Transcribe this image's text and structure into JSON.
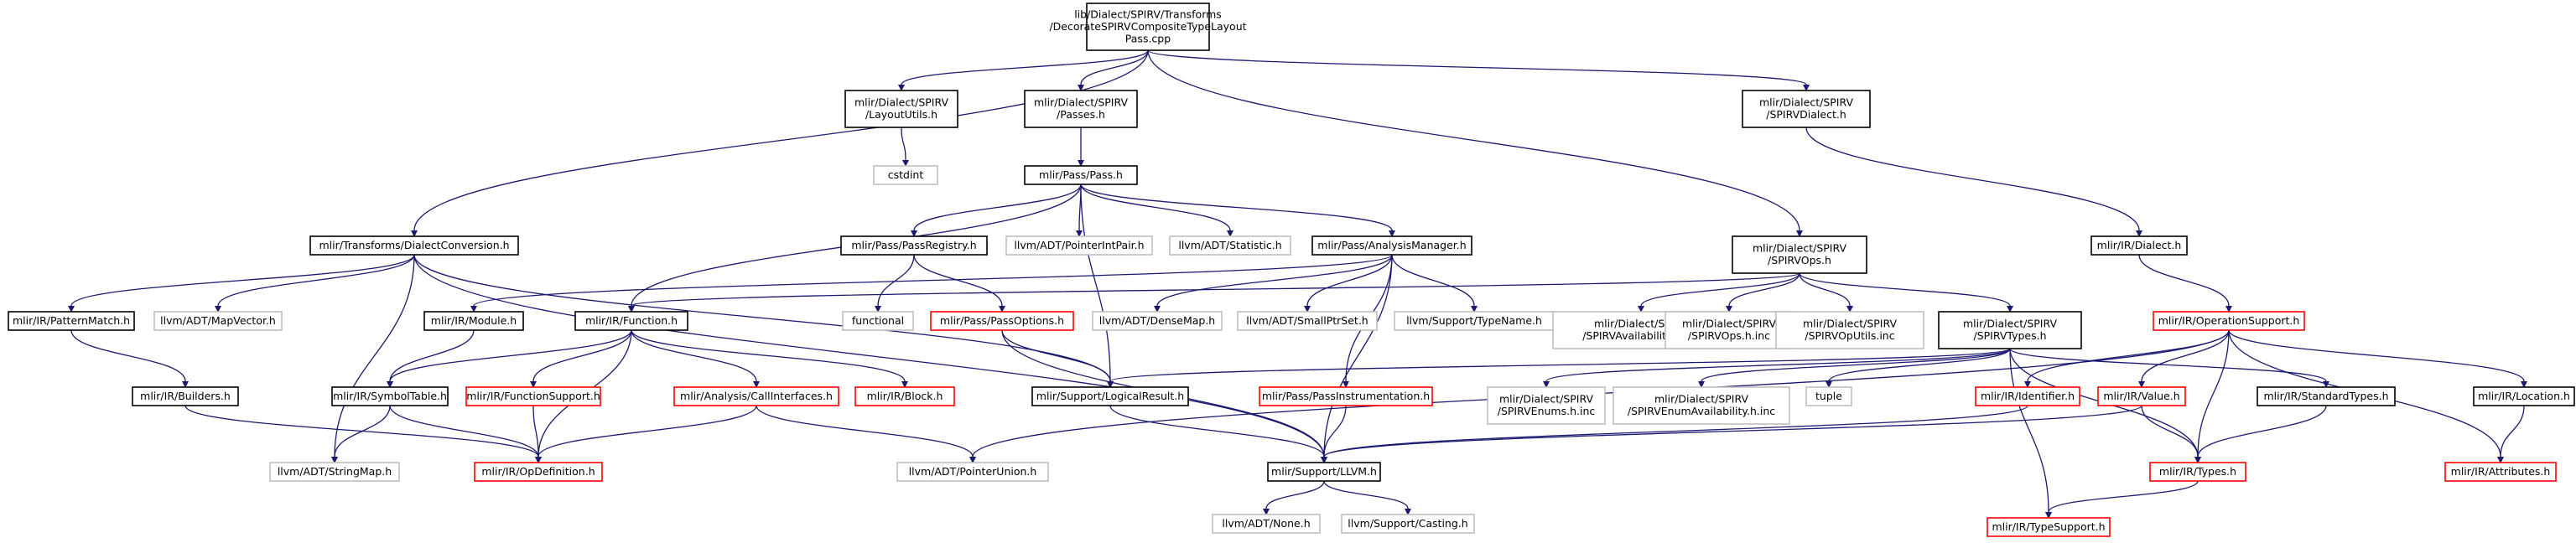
{
  "colors": {
    "edge": "#191970",
    "border_normal": "#000000",
    "border_truncated": "#ff0000",
    "border_external": "#bfbfbf",
    "fill_root": "#bfbfbf",
    "fill_default": "#ffffff"
  },
  "nodes": [
    {
      "id": "root",
      "kind": "root",
      "lines": [
        "lib/Dialect/SPIRV/Transforms",
        "/DecorateSPIRVCompositeTypeLayout",
        "Pass.cpp"
      ]
    },
    {
      "id": "layoututils",
      "kind": "normal",
      "lines": [
        "mlir/Dialect/SPIRV",
        "/LayoutUtils.h"
      ]
    },
    {
      "id": "passes",
      "kind": "normal",
      "lines": [
        "mlir/Dialect/SPIRV",
        "/Passes.h"
      ]
    },
    {
      "id": "spirvdialect",
      "kind": "normal",
      "lines": [
        "mlir/Dialect/SPIRV",
        "/SPIRVDialect.h"
      ]
    },
    {
      "id": "cstdint",
      "kind": "external",
      "lines": [
        "cstdint"
      ]
    },
    {
      "id": "pass",
      "kind": "normal",
      "lines": [
        "mlir/Pass/Pass.h"
      ]
    },
    {
      "id": "dialectconv",
      "kind": "normal",
      "lines": [
        "mlir/Transforms/DialectConversion.h"
      ]
    },
    {
      "id": "passregistry",
      "kind": "normal",
      "lines": [
        "mlir/Pass/PassRegistry.h"
      ]
    },
    {
      "id": "pointerintpair",
      "kind": "external",
      "lines": [
        "llvm/ADT/PointerIntPair.h"
      ]
    },
    {
      "id": "statistic",
      "kind": "external",
      "lines": [
        "llvm/ADT/Statistic.h"
      ]
    },
    {
      "id": "analysismgr",
      "kind": "normal",
      "lines": [
        "mlir/Pass/AnalysisManager.h"
      ]
    },
    {
      "id": "spirvops",
      "kind": "normal",
      "lines": [
        "mlir/Dialect/SPIRV",
        "/SPIRVOps.h"
      ]
    },
    {
      "id": "irdialect",
      "kind": "normal",
      "lines": [
        "mlir/IR/Dialect.h"
      ]
    },
    {
      "id": "patternmatch",
      "kind": "normal",
      "lines": [
        "mlir/IR/PatternMatch.h"
      ]
    },
    {
      "id": "mapvector",
      "kind": "external",
      "lines": [
        "llvm/ADT/MapVector.h"
      ]
    },
    {
      "id": "module",
      "kind": "normal",
      "lines": [
        "mlir/IR/Module.h"
      ]
    },
    {
      "id": "function",
      "kind": "normal",
      "lines": [
        "mlir/IR/Function.h"
      ]
    },
    {
      "id": "functional",
      "kind": "external",
      "lines": [
        "functional"
      ]
    },
    {
      "id": "passoptions",
      "kind": "truncated",
      "lines": [
        "mlir/Pass/PassOptions.h"
      ]
    },
    {
      "id": "densemap",
      "kind": "external",
      "lines": [
        "llvm/ADT/DenseMap.h"
      ]
    },
    {
      "id": "smallptrset",
      "kind": "external",
      "lines": [
        "llvm/ADT/SmallPtrSet.h"
      ]
    },
    {
      "id": "typename",
      "kind": "external",
      "lines": [
        "llvm/Support/TypeName.h"
      ]
    },
    {
      "id": "spirvavail",
      "kind": "external",
      "lines": [
        "mlir/Dialect/SPIRV",
        "/SPIRVAvailability.h.inc"
      ]
    },
    {
      "id": "spirvopsinc",
      "kind": "external",
      "lines": [
        "mlir/Dialect/SPIRV",
        "/SPIRVOps.h.inc"
      ]
    },
    {
      "id": "spirvoputils",
      "kind": "external",
      "lines": [
        "mlir/Dialect/SPIRV",
        "/SPIRVOpUtils.inc"
      ]
    },
    {
      "id": "spirvtypes",
      "kind": "normal",
      "lines": [
        "mlir/Dialect/SPIRV",
        "/SPIRVTypes.h"
      ]
    },
    {
      "id": "opsupport",
      "kind": "truncated",
      "lines": [
        "mlir/IR/OperationSupport.h"
      ]
    },
    {
      "id": "builders",
      "kind": "normal",
      "lines": [
        "mlir/IR/Builders.h"
      ]
    },
    {
      "id": "symboltable",
      "kind": "normal",
      "lines": [
        "mlir/IR/SymbolTable.h"
      ]
    },
    {
      "id": "functionsupport",
      "kind": "truncated",
      "lines": [
        "mlir/IR/FunctionSupport.h"
      ]
    },
    {
      "id": "callinterfaces",
      "kind": "truncated",
      "lines": [
        "mlir/Analysis/CallInterfaces.h"
      ]
    },
    {
      "id": "block",
      "kind": "truncated",
      "lines": [
        "mlir/IR/Block.h"
      ]
    },
    {
      "id": "logicalresult",
      "kind": "normal",
      "lines": [
        "mlir/Support/LogicalResult.h"
      ]
    },
    {
      "id": "passinstr",
      "kind": "truncated",
      "lines": [
        "mlir/Pass/PassInstrumentation.h"
      ]
    },
    {
      "id": "spirvenums",
      "kind": "external",
      "lines": [
        "mlir/Dialect/SPIRV",
        "/SPIRVEnums.h.inc"
      ]
    },
    {
      "id": "spirvenumavail",
      "kind": "external",
      "lines": [
        "mlir/Dialect/SPIRV",
        "/SPIRVEnumAvailability.h.inc"
      ]
    },
    {
      "id": "tuple",
      "kind": "external",
      "lines": [
        "tuple"
      ]
    },
    {
      "id": "identifier",
      "kind": "truncated",
      "lines": [
        "mlir/IR/Identifier.h"
      ]
    },
    {
      "id": "value",
      "kind": "truncated",
      "lines": [
        "mlir/IR/Value.h"
      ]
    },
    {
      "id": "standardtypes",
      "kind": "normal",
      "lines": [
        "mlir/IR/StandardTypes.h"
      ]
    },
    {
      "id": "location",
      "kind": "normal",
      "lines": [
        "mlir/IR/Location.h"
      ]
    },
    {
      "id": "stringmap",
      "kind": "external",
      "lines": [
        "llvm/ADT/StringMap.h"
      ]
    },
    {
      "id": "opdefinition",
      "kind": "truncated",
      "lines": [
        "mlir/IR/OpDefinition.h"
      ]
    },
    {
      "id": "pointerunion",
      "kind": "external",
      "lines": [
        "llvm/ADT/PointerUnion.h"
      ]
    },
    {
      "id": "llvmh",
      "kind": "normal",
      "lines": [
        "mlir/Support/LLVM.h"
      ]
    },
    {
      "id": "types",
      "kind": "truncated",
      "lines": [
        "mlir/IR/Types.h"
      ]
    },
    {
      "id": "attributes",
      "kind": "truncated",
      "lines": [
        "mlir/IR/Attributes.h"
      ]
    },
    {
      "id": "none",
      "kind": "external",
      "lines": [
        "llvm/ADT/None.h"
      ]
    },
    {
      "id": "casting",
      "kind": "external",
      "lines": [
        "llvm/Support/Casting.h"
      ]
    },
    {
      "id": "typesupport",
      "kind": "truncated",
      "lines": [
        "mlir/IR/TypeSupport.h"
      ]
    }
  ],
  "edges": [
    [
      "root",
      "layoututils"
    ],
    [
      "root",
      "passes"
    ],
    [
      "root",
      "spirvdialect"
    ],
    [
      "root",
      "dialectconv"
    ],
    [
      "root",
      "spirvops"
    ],
    [
      "layoututils",
      "cstdint"
    ],
    [
      "passes",
      "pass"
    ],
    [
      "spirvdialect",
      "irdialect"
    ],
    [
      "pass",
      "passregistry"
    ],
    [
      "pass",
      "pointerintpair"
    ],
    [
      "pass",
      "statistic"
    ],
    [
      "pass",
      "analysismgr"
    ],
    [
      "pass",
      "function"
    ],
    [
      "pass",
      "logicalresult"
    ],
    [
      "dialectconv",
      "patternmatch"
    ],
    [
      "dialectconv",
      "mapvector"
    ],
    [
      "dialectconv",
      "stringmap"
    ],
    [
      "dialectconv",
      "logicalresult"
    ],
    [
      "dialectconv",
      "llvmh"
    ],
    [
      "passregistry",
      "functional"
    ],
    [
      "passregistry",
      "passoptions"
    ],
    [
      "analysismgr",
      "module"
    ],
    [
      "analysismgr",
      "densemap"
    ],
    [
      "analysismgr",
      "smallptrset"
    ],
    [
      "analysismgr",
      "typename"
    ],
    [
      "analysismgr",
      "passinstr"
    ],
    [
      "analysismgr",
      "llvmh"
    ],
    [
      "spirvops",
      "function"
    ],
    [
      "spirvops",
      "spirvavail"
    ],
    [
      "spirvops",
      "spirvopsinc"
    ],
    [
      "spirvops",
      "spirvoputils"
    ],
    [
      "spirvops",
      "spirvtypes"
    ],
    [
      "irdialect",
      "opsupport"
    ],
    [
      "patternmatch",
      "builders"
    ],
    [
      "module",
      "symboltable"
    ],
    [
      "function",
      "symboltable"
    ],
    [
      "function",
      "functionsupport"
    ],
    [
      "function",
      "callinterfaces"
    ],
    [
      "function",
      "block"
    ],
    [
      "function",
      "opdefinition"
    ],
    [
      "passoptions",
      "logicalresult"
    ],
    [
      "passoptions",
      "llvmh"
    ],
    [
      "spirvtypes",
      "logicalresult"
    ],
    [
      "spirvtypes",
      "spirvenums"
    ],
    [
      "spirvtypes",
      "spirvenumavail"
    ],
    [
      "spirvtypes",
      "tuple"
    ],
    [
      "spirvtypes",
      "standardtypes"
    ],
    [
      "spirvtypes",
      "types"
    ],
    [
      "spirvtypes",
      "typesupport"
    ],
    [
      "opsupport",
      "identifier"
    ],
    [
      "opsupport",
      "value"
    ],
    [
      "opsupport",
      "location"
    ],
    [
      "opsupport",
      "attributes"
    ],
    [
      "opsupport",
      "types"
    ],
    [
      "opsupport",
      "pointerunion"
    ],
    [
      "builders",
      "opdefinition"
    ],
    [
      "symboltable",
      "stringmap"
    ],
    [
      "symboltable",
      "opdefinition"
    ],
    [
      "functionsupport",
      "opdefinition"
    ],
    [
      "callinterfaces",
      "opdefinition"
    ],
    [
      "callinterfaces",
      "pointerunion"
    ],
    [
      "logicalresult",
      "llvmh"
    ],
    [
      "passinstr",
      "llvmh"
    ],
    [
      "identifier",
      "llvmh"
    ],
    [
      "value",
      "llvmh"
    ],
    [
      "value",
      "types"
    ],
    [
      "standardtypes",
      "types"
    ],
    [
      "location",
      "attributes"
    ],
    [
      "llvmh",
      "none"
    ],
    [
      "llvmh",
      "casting"
    ],
    [
      "types",
      "typesupport"
    ]
  ]
}
